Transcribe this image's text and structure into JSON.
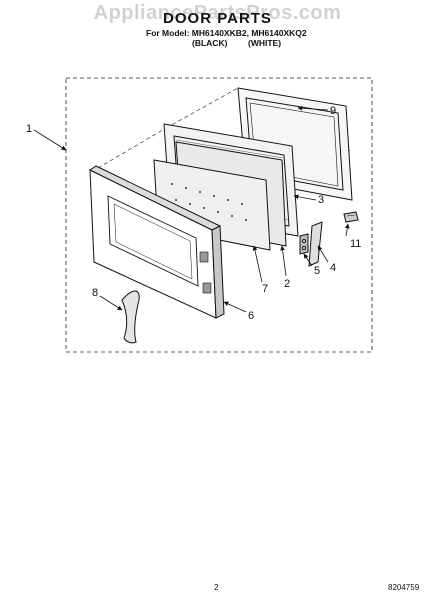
{
  "watermark": "AppliancePartsPros.com",
  "header": {
    "title": "DOOR PARTS",
    "model_line": "For Model: MH6140XKB2, MH6140XKQ2",
    "color_black": "(BLACK)",
    "color_white": "(WHITE)"
  },
  "callouts": [
    "1",
    "2",
    "3",
    "4",
    "5",
    "6",
    "7",
    "8",
    "9",
    "11"
  ],
  "footer": {
    "page_number": "2",
    "doc_number": "8204759"
  }
}
